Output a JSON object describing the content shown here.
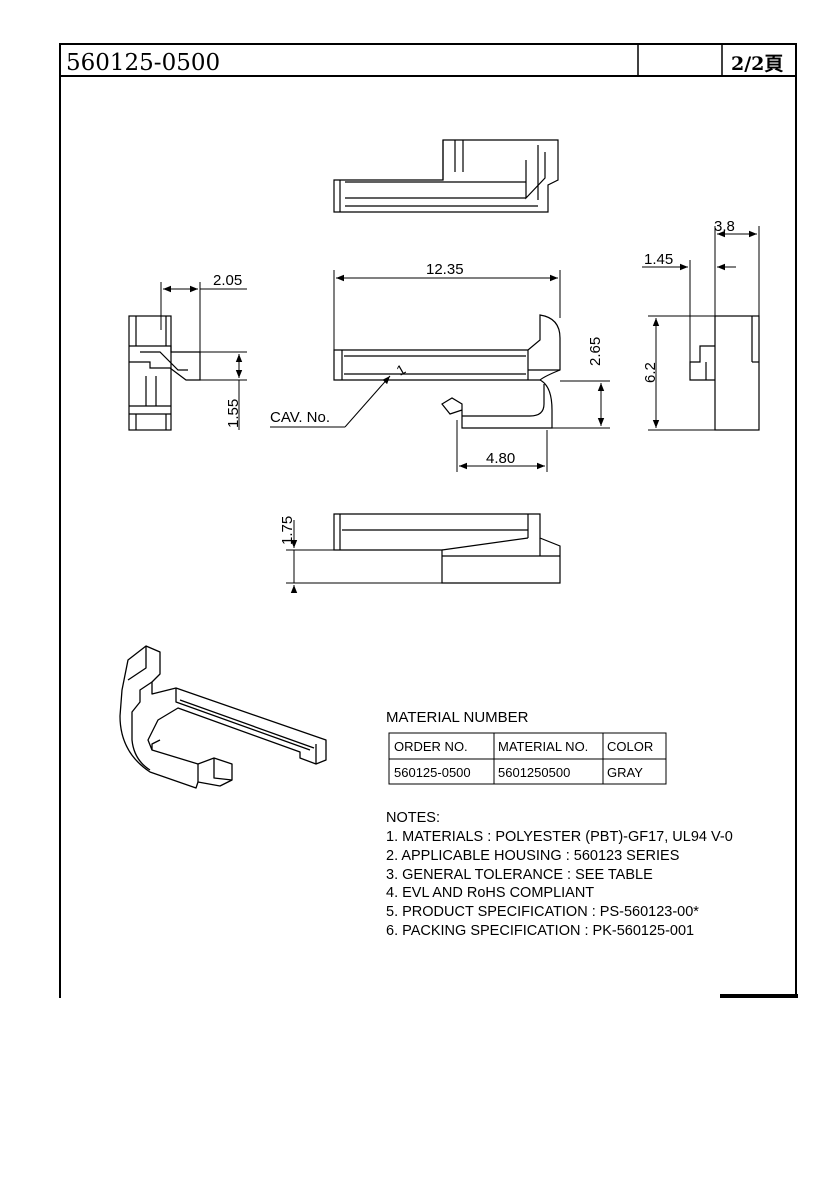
{
  "title_block": {
    "part_number": "560125-0500",
    "sheet": "2/2頁"
  },
  "dimensions": {
    "top_length": "12.35",
    "side_width": "2.05",
    "side_height": "1.55",
    "hook_height": "2.65",
    "hook_width": "4.80",
    "end_total_width": "3.8",
    "end_step_width": "1.45",
    "end_height": "6.2",
    "bottom_height": "1.75"
  },
  "cavity_label": "CAV. No.",
  "cavity_number": "1",
  "material_table": {
    "title": "MATERIAL NUMBER",
    "headers": [
      "ORDER NO.",
      "MATERIAL NO.",
      "COLOR"
    ],
    "row": [
      "560125-0500",
      "5601250500",
      "GRAY"
    ]
  },
  "notes": {
    "heading": "NOTES:",
    "items": [
      "1. MATERIALS : POLYESTER (PBT)-GF17, UL94 V-0",
      "2. APPLICABLE HOUSING : 560123 SERIES",
      "3. GENERAL TOLERANCE : SEE TABLE",
      "4. EVL AND RoHS COMPLIANT",
      "5. PRODUCT SPECIFICATION : PS-560123-00*",
      "6. PACKING SPECIFICATION : PK-560125-001"
    ]
  }
}
